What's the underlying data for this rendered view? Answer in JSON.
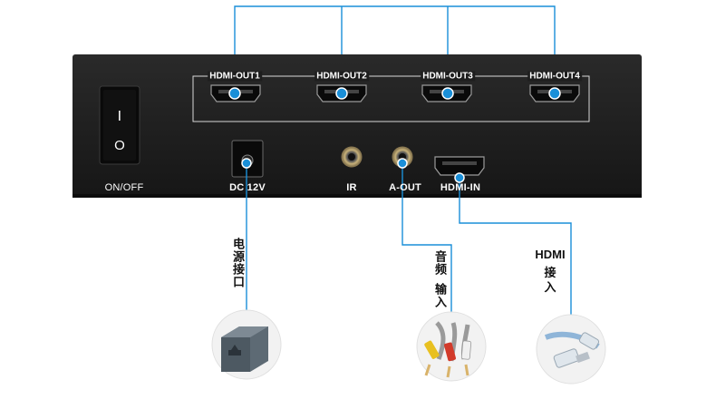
{
  "device": {
    "outputs": [
      {
        "label": "HDMI-OUT1"
      },
      {
        "label": "HDMI-OUT2"
      },
      {
        "label": "HDMI-OUT3"
      },
      {
        "label": "HDMI-OUT4"
      }
    ],
    "switch_label": "ON/OFF",
    "switch_on_mark": "I",
    "switch_off_mark": "O",
    "dc_label": "DC 12V",
    "ir_label": "IR",
    "aout_label": "A-OUT",
    "hdmi_in_label": "HDMI-IN"
  },
  "callouts": {
    "power": "电源接口",
    "audio_line1": "音频",
    "audio_line2": "输入",
    "hdmi_line1": "HDMI",
    "hdmi_line2": "接",
    "hdmi_line3": "入"
  },
  "colors": {
    "panel": "#1e1e1e",
    "line": "#1a8fd8",
    "dot": "#1a8fd8",
    "accessory_bg": "#f2f2f2"
  }
}
